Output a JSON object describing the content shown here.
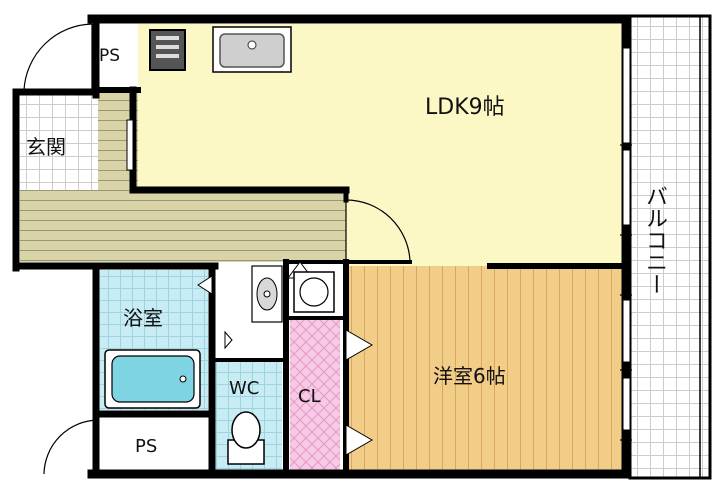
{
  "rooms": {
    "ldk": "LDK9帖",
    "western": "洋室6帖",
    "entrance": "玄関",
    "bath": "浴室",
    "wc": "WC",
    "closet": "CL",
    "ps_top": "PS",
    "ps_bottom": "PS",
    "balcony": "バルコニー"
  },
  "colors": {
    "ldk_floor": "#fbf8c6",
    "wood_floor": "#f2cd88",
    "wood_stripe": "#d9a85f",
    "hall_floor": "#d8d4a8",
    "hall_stripe": "#9a9676",
    "bath_tile": "#c8ecf4",
    "closet_tile": "#f6c9e4",
    "tub": "#7fd4e4",
    "wall": "#000000"
  }
}
